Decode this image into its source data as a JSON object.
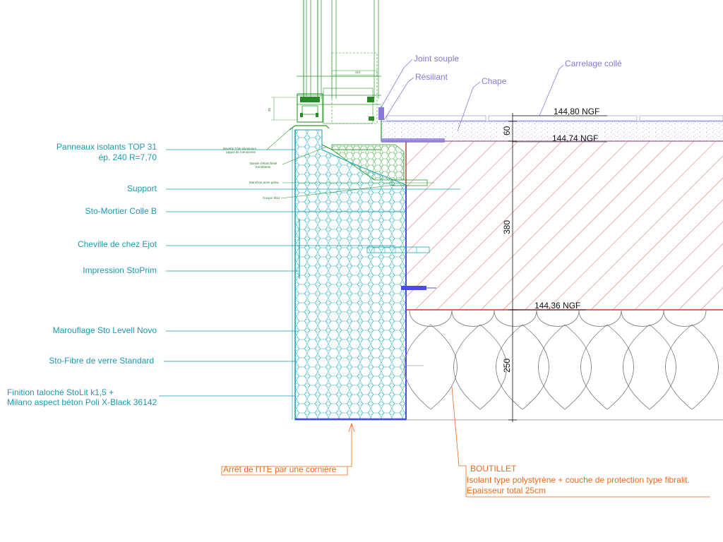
{
  "colors": {
    "insulation_hex": "#18a8b8",
    "concrete_hatch": "#e03030",
    "screed": "#7a7ad8",
    "frame": "#2a9a2a",
    "callout_orange": "#ee6a18",
    "label_cyan": "#1a9bb0"
  },
  "labels_left": {
    "panneaux_line1": "Panneaux isolants TOP 31",
    "panneaux_line2": "ép. 240 R=7,70",
    "support": "Support",
    "mortier": "Sto-Mortier Colle B",
    "cheville": "Cheville de chez Ejot",
    "impression": "Impression StoPrim",
    "marouflage": "Marouflage Sto Levell Novo",
    "fibre": "Sto-Fibre de verre Standard",
    "finition_line1": "Finition taloché StoLit k1,5 +",
    "finition_line2": "Milano aspect béton Poli X-Black 36142"
  },
  "labels_top": {
    "joint": "Joint souple",
    "resiliant": "Résiliant",
    "chape": "Chape",
    "carrelage": "Carrelage collé"
  },
  "small_labels": {
    "bavette_line1": "Bavette Tôle aluminium",
    "bavette_line2": "(appui de menuiserie",
    "bande_line1": "Bande d'étanchéité",
    "bande_line2": "tremblante",
    "manchon": "Manchon acier galva",
    "goujon": "Goujon M12"
  },
  "levels": {
    "top": "144,80 NGF",
    "slab_top": "144,74 NGF",
    "slab_bottom": "144,36 NGF"
  },
  "dimensions": {
    "screed": "60",
    "slab": "380",
    "insulation": "250",
    "frame_small_1": "30",
    "frame_small_2": "310"
  },
  "callouts": {
    "arret": "Arrêt de l'ITE par une cornière",
    "boutillet_title": "BOUTILLET",
    "boutillet_line1": "Isolant type polystyrène + couche de protection type fibralit.",
    "boutillet_line2": "Epaisseur total 25cm"
  }
}
